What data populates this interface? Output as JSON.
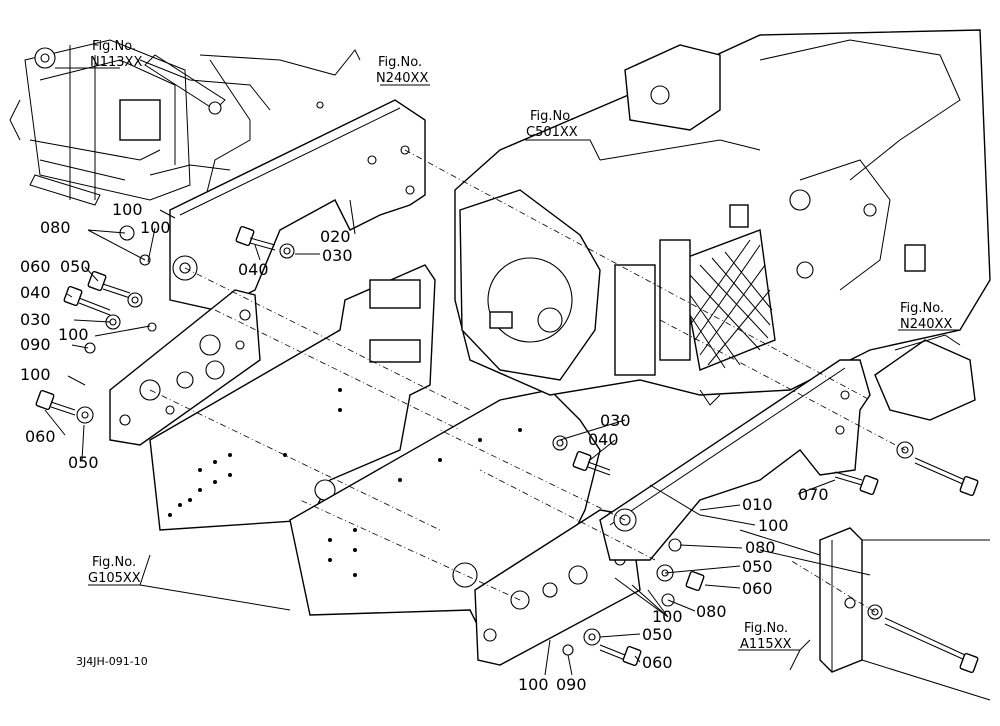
{
  "diagram": {
    "fig_refs": {
      "n113": {
        "label": "Fig.No.",
        "code": "N113XX"
      },
      "n240_top": {
        "label": "Fig.No.",
        "code": "N240XX"
      },
      "c501": {
        "label": "Fig.No.",
        "code": "C501XX"
      },
      "n240_right": {
        "label": "Fig.No.",
        "code": "N240XX"
      },
      "g105": {
        "label": "Fig.No.",
        "code": "G105XX"
      },
      "a115": {
        "label": "Fig.No.",
        "code": "A115XX"
      }
    },
    "parts": {
      "p010": "010",
      "p020": "020",
      "p030_left": "030",
      "p030_bolt": "030",
      "p030_mid": "030",
      "p040_left": "040",
      "p040_bolt": "040",
      "p040_mid": "040",
      "p050_left_top": "050",
      "p050_left_bot": "050",
      "p050_right_top": "050",
      "p050_right_bot": "050",
      "p060_left_top": "060",
      "p060_left_bot": "060",
      "p060_right_top": "060",
      "p060_right_bot": "060",
      "p070": "070",
      "p080_left": "080",
      "p080_right_top": "080",
      "p080_right_bot": "080",
      "p090_left": "090",
      "p090_right": "090",
      "p100_a": "100",
      "p100_b": "100",
      "p100_c": "100",
      "p100_d": "100",
      "p100_e": "100",
      "p100_f": "100",
      "p100_g": "100"
    },
    "drawing_code": "3J4JH-091-10"
  }
}
